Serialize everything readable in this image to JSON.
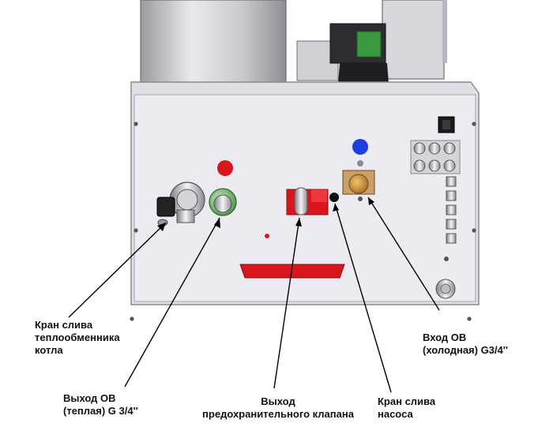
{
  "labels": {
    "boiler_drain": [
      "Кран слива",
      "теплообменника",
      "котла"
    ],
    "outlet_warm": [
      "Выход ОВ",
      "(теплая) G 3/4''"
    ],
    "safety_valve": [
      "Выход",
      "предохранительного клапана"
    ],
    "pump_drain": [
      "Кран слива",
      "насоса"
    ],
    "inlet_cold": [
      "Вход ОВ",
      "(холодная) G3/4''"
    ]
  },
  "colors": {
    "panel": "#ecebf2",
    "panel_edge": "#8a8a93",
    "red": "#d9161c",
    "blue": "#1f3ee0",
    "brass": "#c98b2b",
    "green": "#5fae5a",
    "black": "#111111"
  }
}
